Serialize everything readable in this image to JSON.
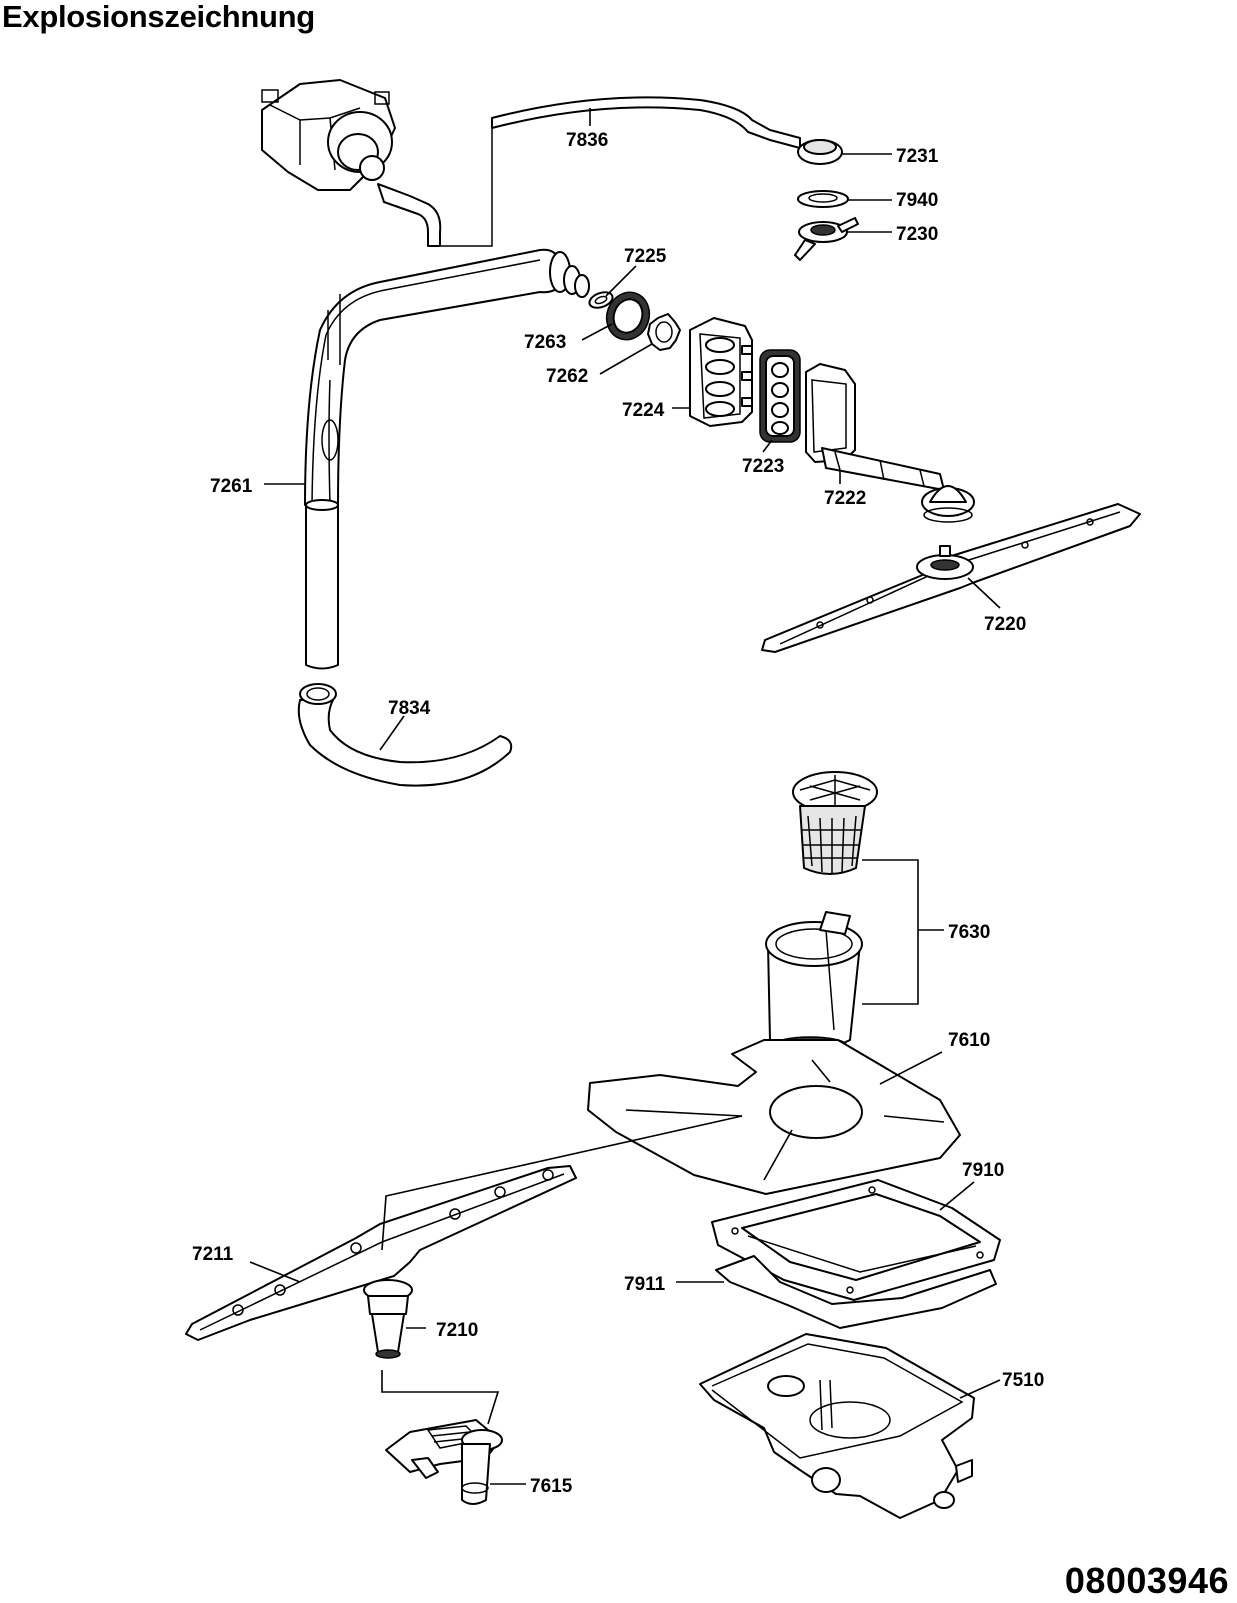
{
  "title": "Explosionszeichnung",
  "diagram_code": "08003946",
  "parts": {
    "p7836": "7836",
    "p7231": "7231",
    "p7940": "7940",
    "p7230": "7230",
    "p7225": "7225",
    "p7263": "7263",
    "p7262": "7262",
    "p7224": "7224",
    "p7223": "7223",
    "p7222": "7222",
    "p7261": "7261",
    "p7220": "7220",
    "p7834": "7834",
    "p7630": "7630",
    "p7610": "7610",
    "p7910": "7910",
    "p7911": "7911",
    "p7211": "7211",
    "p7210": "7210",
    "p7510": "7510",
    "p7615": "7615"
  }
}
